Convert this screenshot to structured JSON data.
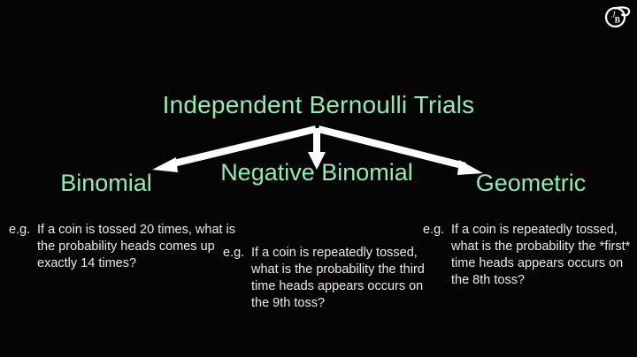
{
  "logo": {
    "name": "jb-monogram-logo",
    "letters": "JB"
  },
  "diagram": {
    "type": "tree",
    "root": {
      "label": "Independent Bernoulli Trials"
    },
    "branches": [
      {
        "id": "binomial",
        "title": "Binomial",
        "eg_label": "e.g.",
        "example": "If a coin is tossed 20 times, what is the probability heads comes up exactly 14 times?"
      },
      {
        "id": "negative-binomial",
        "title": "Negative Binomial",
        "eg_label": "e.g.",
        "example": "If a coin is repeatedly tossed, what is the probability the third time heads appears occurs on the 9th toss?"
      },
      {
        "id": "geometric",
        "title": "Geometric",
        "eg_label": "e.g.",
        "example": "If a coin is repeatedly tossed, what is the probability the *first* time heads appears occurs on the 8th toss?"
      }
    ],
    "arrows": [
      {
        "name": "arrow-to-binomial",
        "direction": "down-left"
      },
      {
        "name": "arrow-to-negative-binomial",
        "direction": "down"
      },
      {
        "name": "arrow-to-geometric",
        "direction": "down-right"
      }
    ]
  },
  "colors": {
    "background": "#050505",
    "heading": "#92eab2",
    "body_text": "#f3e6e6",
    "arrow": "#ffffff"
  }
}
